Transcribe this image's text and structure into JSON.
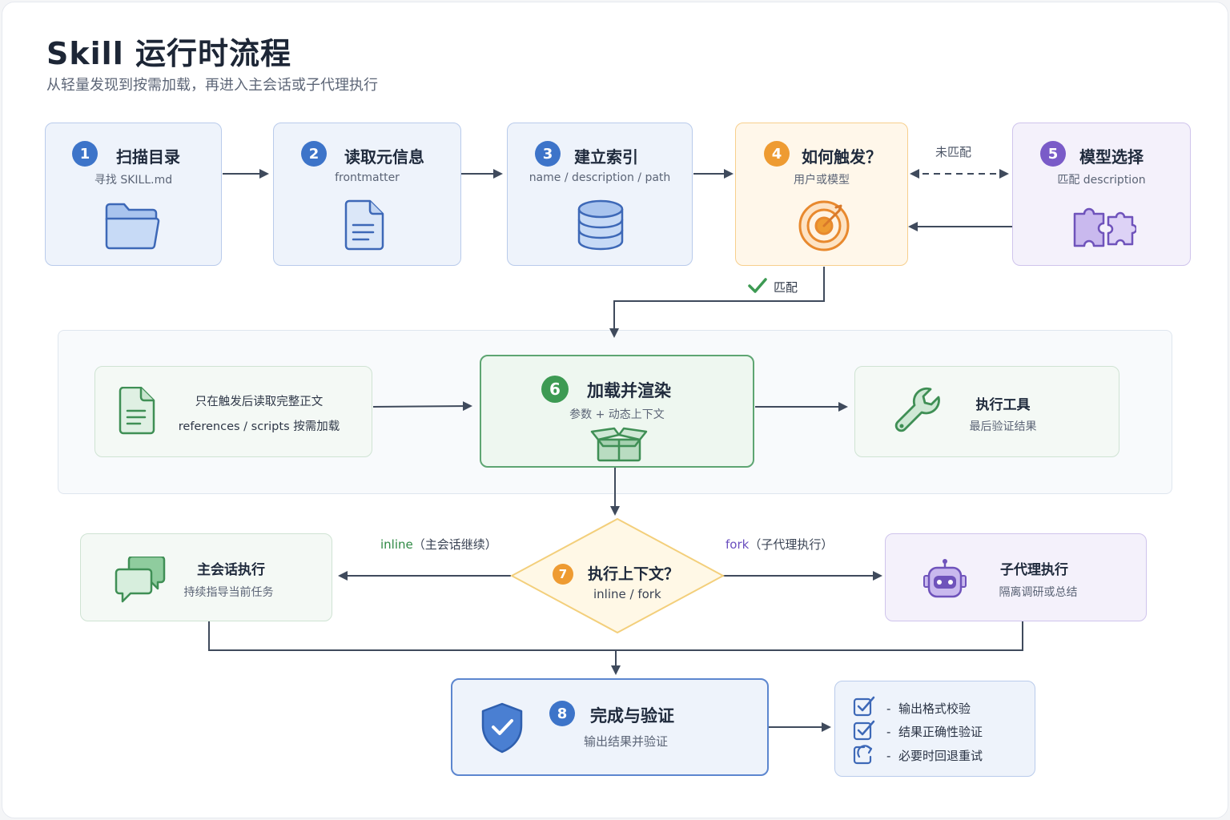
{
  "header": {
    "title": "Skill 运行时流程",
    "subtitle": "从轻量发现到按需加载，再进入主会话或子代理执行"
  },
  "steps": {
    "s1": {
      "num": "1",
      "title": "扫描目录",
      "sub": "寻找 SKILL.md",
      "icon": "folder-icon"
    },
    "s2": {
      "num": "2",
      "title": "读取元信息",
      "sub": "frontmatter",
      "icon": "document-icon"
    },
    "s3": {
      "num": "3",
      "title": "建立索引",
      "sub": "name / description / path",
      "icon": "database-icon"
    },
    "s4": {
      "num": "4",
      "title": "如何触发？",
      "sub": "用户或模型",
      "icon": "target-icon"
    },
    "s5": {
      "num": "5",
      "title": "模型选择",
      "sub": "匹配 description",
      "icon": "puzzle-icon"
    },
    "s6": {
      "num": "6",
      "title": "加载并渲染",
      "sub": "参数 + 动态上下文",
      "icon": "open-box-icon"
    },
    "s7": {
      "num": "7",
      "title": "执行上下文？",
      "sub": "inline / fork"
    },
    "s8": {
      "num": "8",
      "title": "完成与验证",
      "sub": "输出结果并验证",
      "icon": "shield-check-icon"
    }
  },
  "edges": {
    "unmatched": "未匹配",
    "matched": "匹配",
    "inline_label": "inline",
    "inline_note": "（主会话继续）",
    "fork_label": "fork",
    "fork_note": "（子代理执行）"
  },
  "side": {
    "load_note": {
      "line1": "只在触发后读取完整正文",
      "line2": "references / scripts 按需加载",
      "icon": "document-icon"
    },
    "tools": {
      "title": "执行工具",
      "sub": "最后验证结果",
      "icon": "wrench-icon"
    },
    "main_session": {
      "title": "主会话执行",
      "sub": "持续指导当前任务",
      "icon": "chat-bubbles-icon"
    },
    "subagent": {
      "title": "子代理执行",
      "sub": "隔离调研或总结",
      "icon": "robot-icon"
    }
  },
  "checklist": [
    {
      "text": "输出格式校验",
      "icon": "checkbox-checked-icon"
    },
    {
      "text": "结果正确性验证",
      "icon": "checkbox-checked-icon"
    },
    {
      "text": "必要时回退重试",
      "icon": "checkbox-retry-icon"
    }
  ],
  "colors": {
    "blue": "#3d74c9",
    "orange": "#ee9b32",
    "purple": "#7a5bc8",
    "green": "#3d9a53",
    "arrow": "#3f4a5c"
  }
}
